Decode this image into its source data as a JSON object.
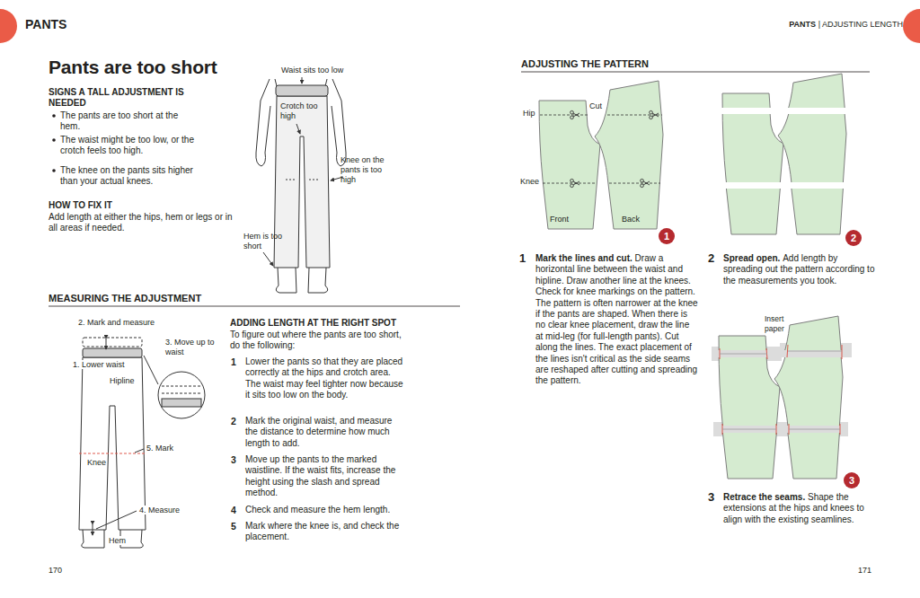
{
  "diagram": {
    "title": "Pants are too short",
    "nodes": [
      {
        "text": [
          "1"
        ]
      },
      {
        "text": [
          "2"
        ]
      },
      {
        "text": [
          "3"
        ]
      }
    ],
    "labels": [
      "PANTS",
      "PANTS",
      "| ADJUSTING LENGTH",
      "SIGNS A TALL ADJUSTMENT IS NEEDED",
      "The pants are too short at the hem.",
      "The waist might be too low, or the crotch feels too high.",
      "The knee on the pants sits higher than your actual knees.",
      "HOW TO FIX IT",
      "Add length at either the hips, hem or legs or in all areas if needed.",
      "Waist sits too low",
      "Crotch too high",
      "Knee on the pants is too high",
      "Hem is too short",
      "MEASURING THE ADJUSTMENT",
      "2. Mark and measure",
      "3. Move up to waist",
      "1. Lower waist",
      "Hipline",
      "5. Mark",
      "Knee",
      "4. Measure",
      "Hem",
      "ADDING LENGTH AT THE RIGHT SPOT",
      "To figure out where the pants are too short, do the following:",
      "1",
      "Lower the pants so that they are placed correctly at the hips and crotch area. The waist may feel tighter now because it sits too low on the body.",
      "2",
      "Mark the original waist, and measure the distance to determine how much length to add.",
      "3",
      "Move up the pants to the marked waistline. If the waist fits, increase the height using the slash and spread method.",
      "4",
      "Check and measure the hem length.",
      "5",
      "Mark where the knee is, and check the placement.",
      "170",
      "171",
      "ADJUSTING THE PATTERN",
      "Hip",
      "Cut",
      "Knee",
      "Front",
      "Back",
      "1",
      "Mark the lines and cut.",
      "Draw a horizontal line between the waist and hipline. Draw another line at the knees. Check for knee markings on the pattern. The pattern is often narrower at the knee if the pants are shaped. When there is no clear knee placement, draw the line at mid-leg (for full-length pants). Cut along the lines. The exact placement of the lines isn't critical as the side seams are reshaped after cutting and spreading the pattern.",
      "2",
      "Spread open.",
      "Add length by spreading out the pattern according to the measurements you took.",
      "Insert paper",
      "3",
      "Retrace the seams.",
      "Shape the extensions at the hips and knees to align with the existing seamlines."
    ]
  }
}
